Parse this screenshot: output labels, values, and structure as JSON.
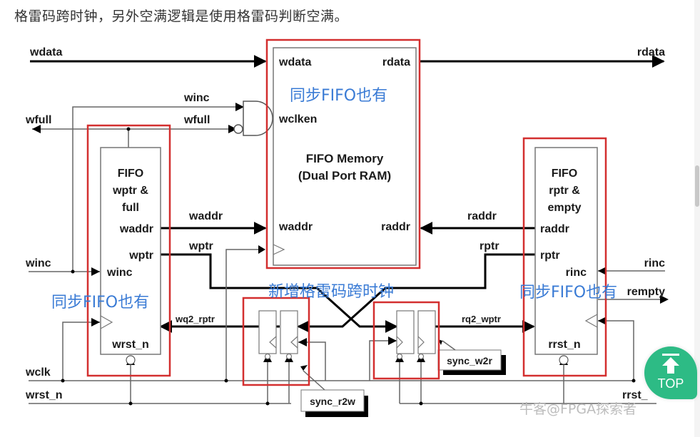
{
  "article": {
    "intro_text": "格雷码跨时钟，另外空满逻辑是使用格雷码判断空满。"
  },
  "diagram": {
    "signals": {
      "wdata_in": "wdata",
      "rdata_out": "rdata",
      "winc_gate": "winc",
      "wfull_gate": "wfull",
      "wfull_out": "wfull",
      "winc_in": "winc",
      "waddr_bus": "waddr",
      "wptr_bus": "wptr",
      "raddr_bus": "raddr",
      "rptr_bus": "rptr",
      "rinc_in": "rinc",
      "rempty_out": "rempty",
      "wq2_rptr": "wq2_rptr",
      "rq2_wptr": "rq2_wptr",
      "wclk": "wclk",
      "wrst_n": "wrst_n",
      "rrst_n": "rrst_"
    },
    "memory_block": {
      "port_wdata": "wdata",
      "port_rdata": "rdata",
      "port_wclken": "wclken",
      "port_waddr": "waddr",
      "port_raddr": "raddr",
      "title_line1": "FIFO Memory",
      "title_line2": "(Dual Port RAM)"
    },
    "write_block": {
      "title_line1": "FIFO",
      "title_line2": "wptr &",
      "title_line3": "full",
      "port_waddr": "waddr",
      "port_wptr": "wptr",
      "port_winc": "winc",
      "port_wrst_n": "wrst_n"
    },
    "read_block": {
      "title_line1": "FIFO",
      "title_line2": "rptr &",
      "title_line3": "empty",
      "port_raddr": "raddr",
      "port_rptr": "rptr",
      "port_rinc": "rinc",
      "port_rrst_n": "rrst_n"
    },
    "sync_blocks": {
      "r2w": "sync_r2w",
      "w2r": "sync_w2r"
    },
    "annotations": {
      "memory": "同步FIFO也有",
      "write": "同步FIFO也有",
      "read": "同步FIFO也有",
      "gray_sync": "新增格雷码跨时钟"
    },
    "colors": {
      "highlight": "#d32f2f",
      "annotation": "#3a7bd5",
      "wire": "#000000",
      "thin_wire": "#666666"
    }
  },
  "watermark": "牛客@FPGA探索者",
  "top_button": {
    "label": "TOP",
    "color": "#2dbb85"
  }
}
